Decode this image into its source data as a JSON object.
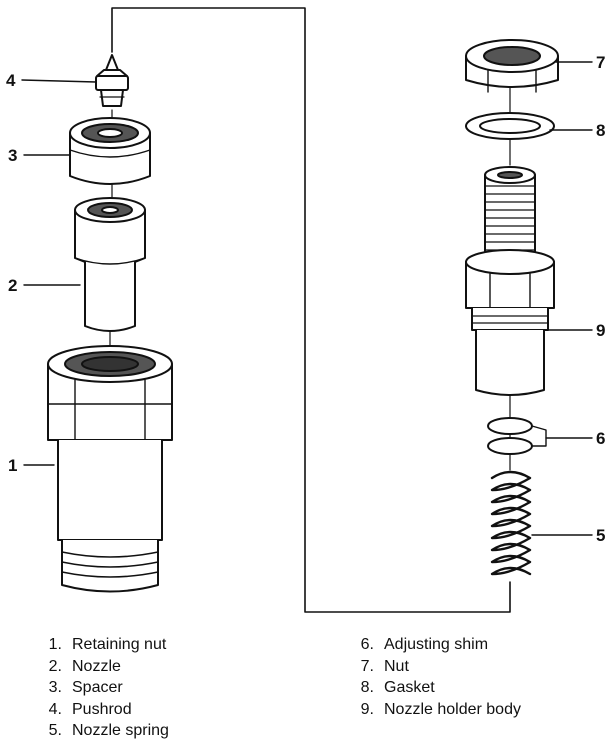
{
  "callouts": [
    "1",
    "2",
    "3",
    "4",
    "5",
    "6",
    "7",
    "8",
    "9"
  ],
  "legend": {
    "left": [
      {
        "num": "1.",
        "label": "Retaining nut"
      },
      {
        "num": "2.",
        "label": "Nozzle"
      },
      {
        "num": "3.",
        "label": "Spacer"
      },
      {
        "num": "4.",
        "label": "Pushrod"
      },
      {
        "num": "5.",
        "label": "Nozzle spring"
      }
    ],
    "right": [
      {
        "num": "6.",
        "label": "Adjusting shim"
      },
      {
        "num": "7.",
        "label": "Nut"
      },
      {
        "num": "8.",
        "label": "Gasket"
      },
      {
        "num": "9.",
        "label": "Nozzle holder body"
      }
    ]
  },
  "colors": {
    "ink": "#111111",
    "paper": "#ffffff",
    "shade": "#555555"
  }
}
